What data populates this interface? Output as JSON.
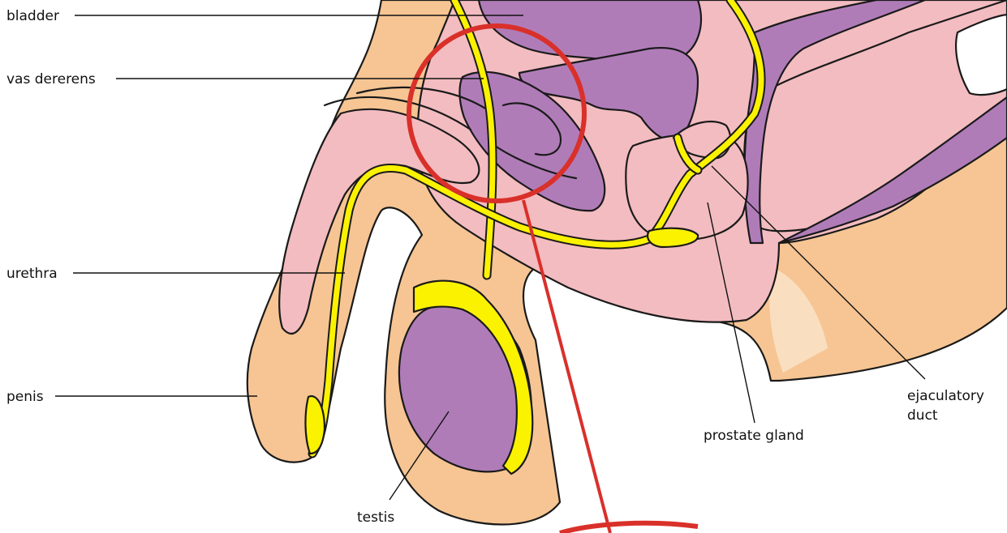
{
  "diagram": {
    "labels": {
      "bladder": "bladder",
      "vas_deferens": "vas dererens",
      "urethra": "urethra",
      "penis": "penis",
      "testis": "testis",
      "prostate_gland": "prostate gland",
      "ejaculatory_duct_line1": "ejaculatory",
      "ejaculatory_duct_line2": "duct"
    },
    "colors": {
      "skin": "#f6c593",
      "tissue_pink": "#f3bcc0",
      "organ_purple": "#b07cb8",
      "duct_yellow": "#fbf200",
      "zoom_circle_red": "#d9302a",
      "outline": "#1a1a1a",
      "background": "#ffffff"
    }
  }
}
